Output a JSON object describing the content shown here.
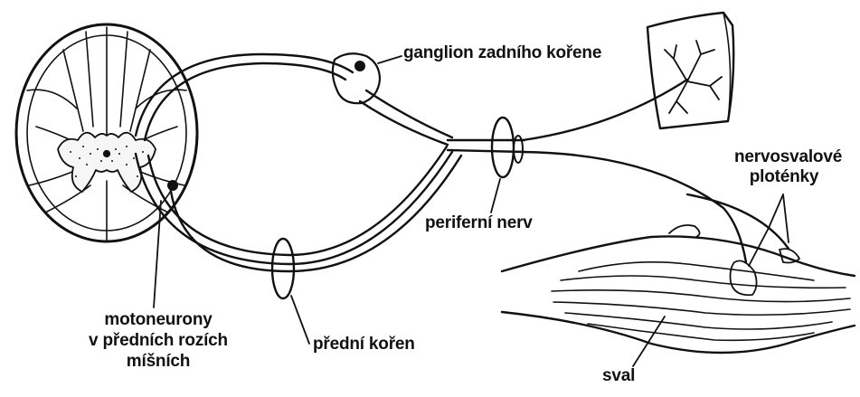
{
  "diagram": {
    "colors": {
      "ink": "#111111",
      "paper": "#ffffff"
    },
    "labels": {
      "ganglion": "ganglion zadního kořene",
      "nerve": "periferní nerv",
      "plates_line1": "nervosvalové",
      "plates_line2": "ploténky",
      "moto_line1": "motoneurony",
      "moto_line2": "v předních rozích",
      "moto_line3": "míšních",
      "root": "přední kořen",
      "muscle": "sval"
    }
  }
}
